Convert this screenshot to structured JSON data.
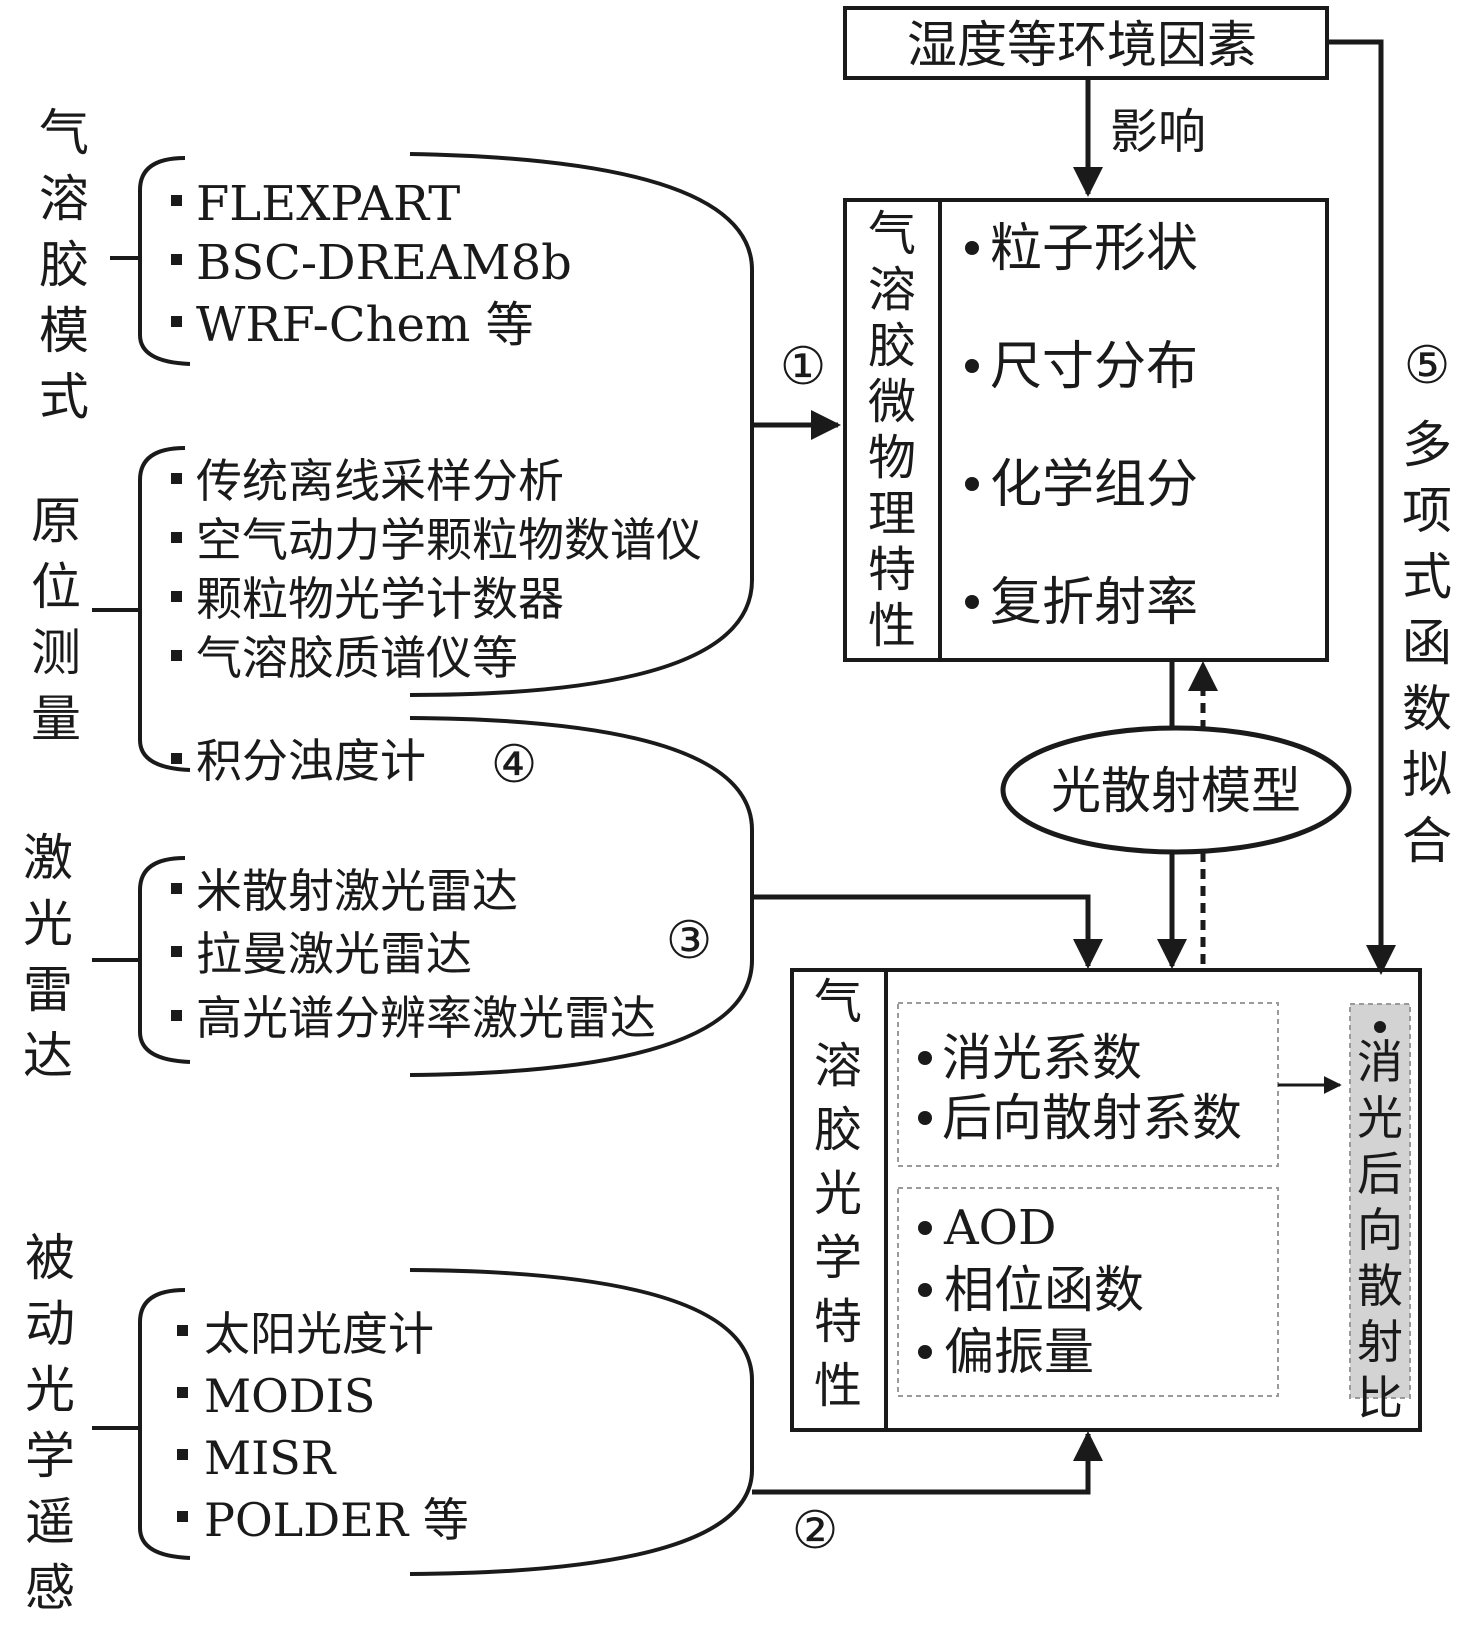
{
  "env_factors": "湿度等环境因素",
  "influence": "影响",
  "source_groups": {
    "model": {
      "title": "气溶胶模式",
      "items": [
        "FLEXPART",
        "BSC-DREAM8b",
        "WRF-Chem 等"
      ]
    },
    "insitu": {
      "title": "原位测量",
      "items": [
        "传统离线采样分析",
        "空气动力学颗粒物数谱仪",
        "颗粒物光学计数器",
        "气溶胶质谱仪等",
        "积分浊度计"
      ]
    },
    "lidar": {
      "title": "激光雷达",
      "items": [
        "米散射激光雷达",
        "拉曼激光雷达",
        "高光谱分辨率激光雷达"
      ]
    },
    "passive": {
      "title": "被动光学遥感",
      "items": [
        "太阳光度计",
        "MODIS",
        "MISR",
        "POLDER 等"
      ]
    }
  },
  "micro_box": {
    "title": "气溶胶微物理特性",
    "items": [
      "粒子形状",
      "尺寸分布",
      "化学组分",
      "复折射率"
    ]
  },
  "light_model": "光散射模型",
  "optical_box": {
    "title": "气溶胶光学特性",
    "group1": [
      "消光系数",
      "后向散射系数"
    ],
    "group2": [
      "AOD",
      "相位函数",
      "偏振量"
    ],
    "ratio": "消光后向散射比"
  },
  "fit_label": "多项式函数拟合",
  "circle_labels": [
    "①",
    "②",
    "③",
    "④",
    "⑤"
  ],
  "colors": {
    "line": "#1a1a1a",
    "ratio_fill": "#d3d3d3",
    "dashed_border": "#9a9a9a"
  }
}
